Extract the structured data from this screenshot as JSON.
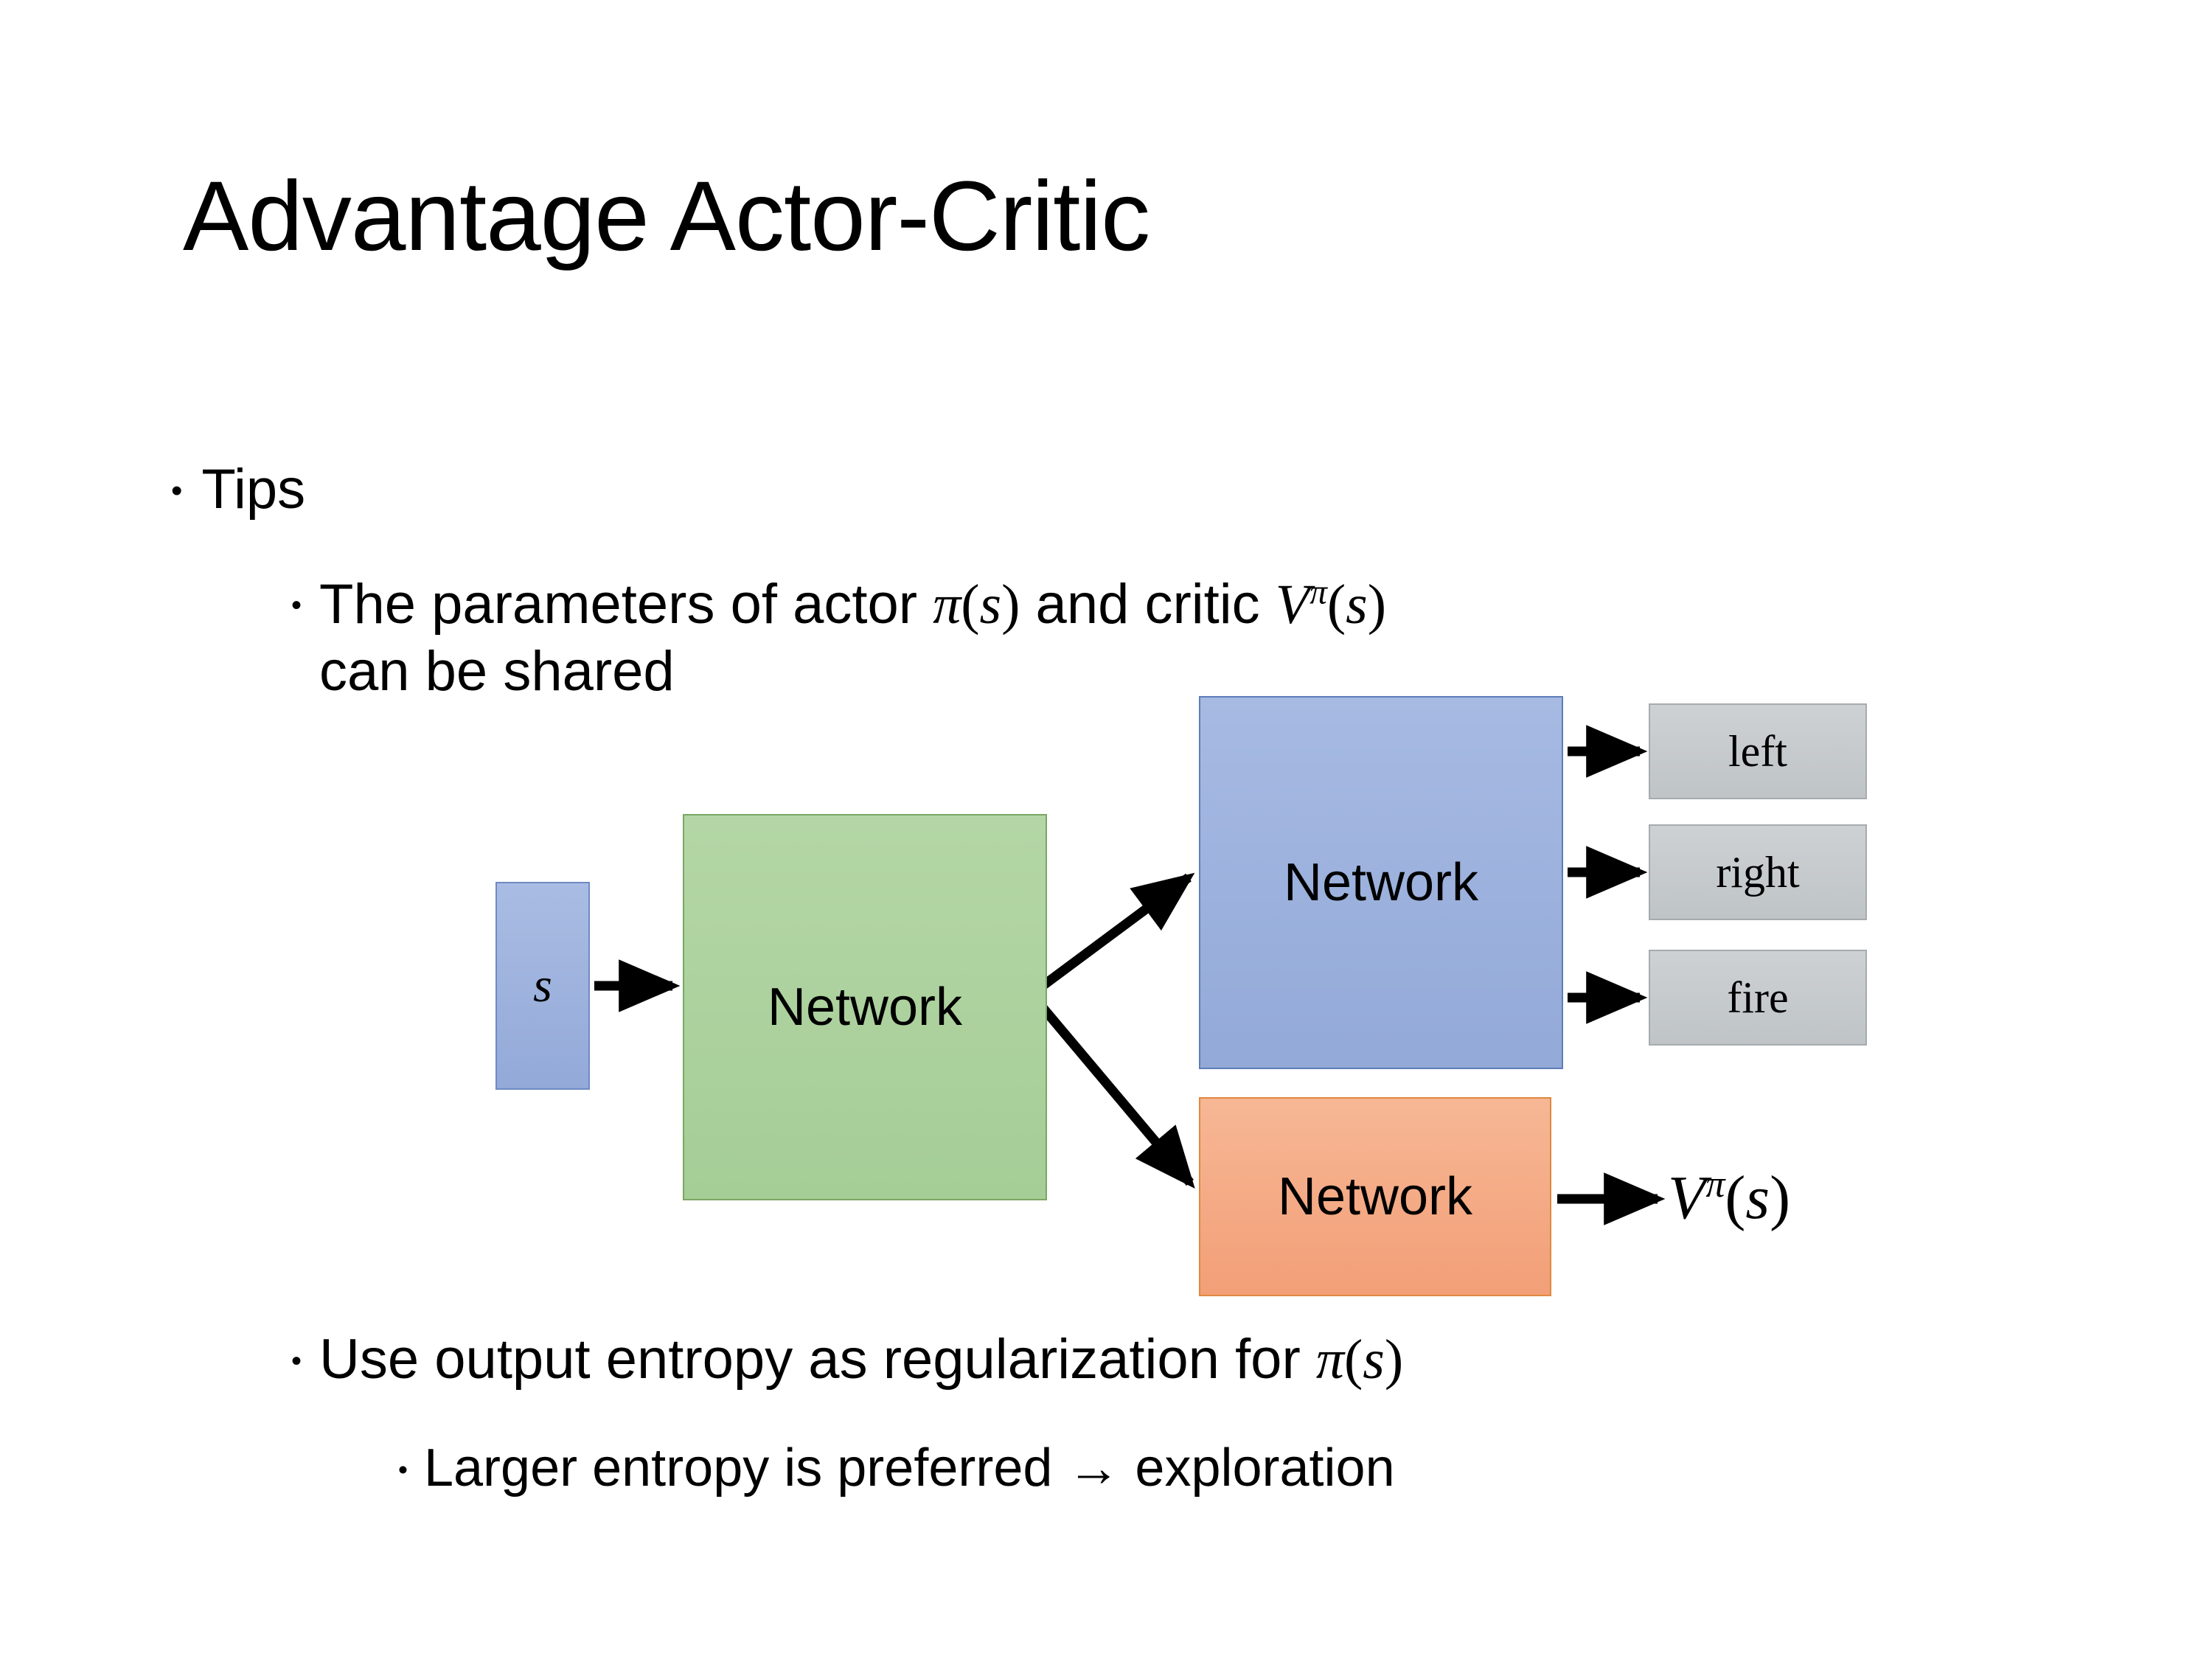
{
  "slide": {
    "title": "Advantage Actor-Critic",
    "background_color": "#ffffff"
  },
  "bullets": {
    "tips": {
      "marker": "•",
      "text": "Tips"
    },
    "shared_params": {
      "marker": "•",
      "line1_part1": "The parameters of actor ",
      "math_pi": "π(s)",
      "line1_part2": "  and critic ",
      "math_v": "Vπ(s)",
      "line2": "can be shared",
      "full_text": "The parameters of actor π(s)  and critic Vπ(s) can be shared"
    },
    "entropy": {
      "marker": "•",
      "text_part1": "Use output entropy as regularization for ",
      "math_pi": "π(s)",
      "full_text": "Use output entropy as regularization for π(s)"
    },
    "larger_entropy": {
      "marker": "•",
      "text": "Larger entropy is preferred → exploration"
    }
  },
  "diagram": {
    "state_box": {
      "label": "s",
      "fill": "#9eb3de",
      "border": "#6f8ac4"
    },
    "shared_network": {
      "label": "Network",
      "fill": "#aed1a0",
      "border": "#7aa763"
    },
    "actor_network": {
      "label": "Network",
      "fill": "#9eb3de",
      "border": "#5e7db9"
    },
    "critic_network": {
      "label": "Network",
      "fill": "#f4a77f",
      "border": "#e08840"
    },
    "actions": [
      {
        "label": "left",
        "fill": "#c6cacd",
        "border": "#a6abaf"
      },
      {
        "label": "right",
        "fill": "#c6cacd",
        "border": "#a6abaf"
      },
      {
        "label": "fire",
        "fill": "#c6cacd",
        "border": "#a6abaf"
      }
    ],
    "value_output": {
      "label": "Vπ(s)"
    },
    "arrow_color": "#000000",
    "arrows": [
      {
        "name": "state-to-shared"
      },
      {
        "name": "shared-to-actor"
      },
      {
        "name": "shared-to-critic"
      },
      {
        "name": "actor-to-left"
      },
      {
        "name": "actor-to-right"
      },
      {
        "name": "actor-to-fire"
      },
      {
        "name": "critic-to-value"
      }
    ]
  }
}
